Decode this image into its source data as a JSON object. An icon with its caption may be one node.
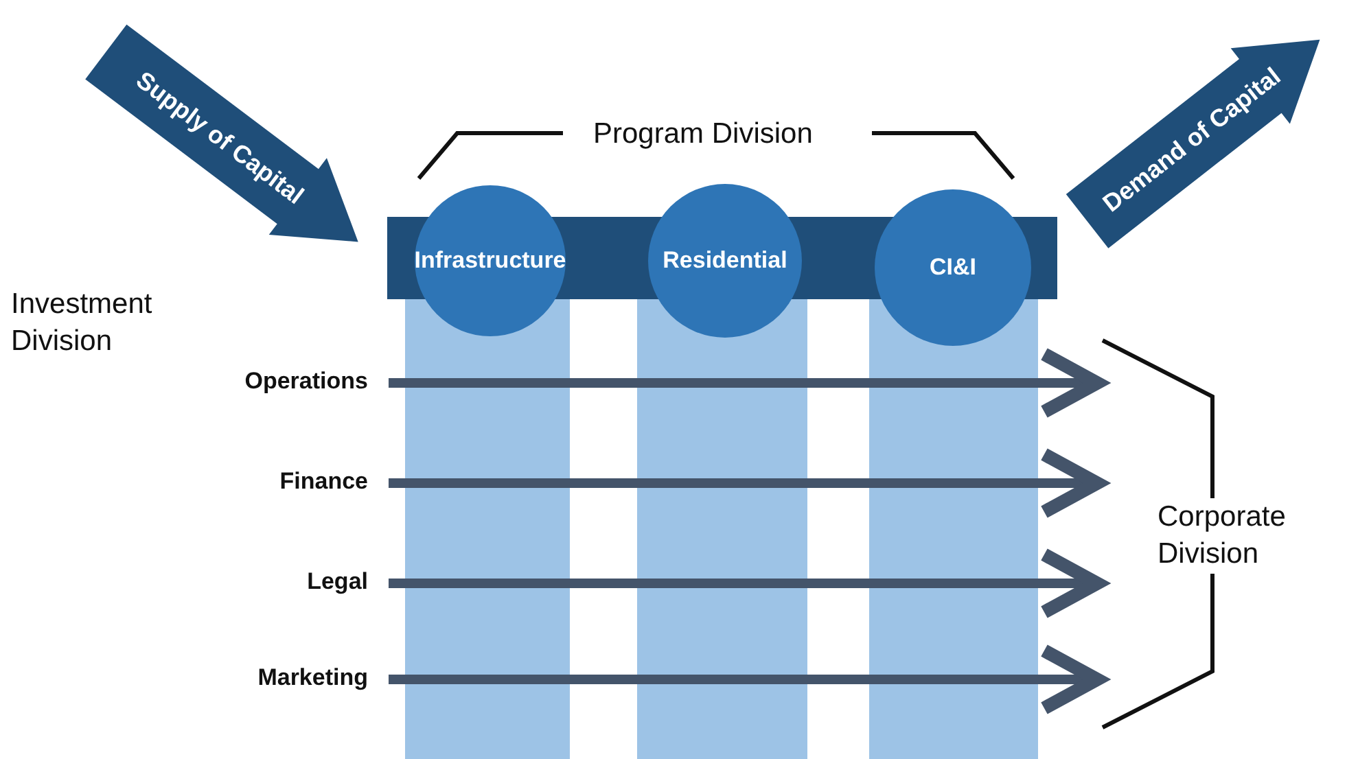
{
  "diagram": {
    "nodes": [
      {
        "text": [
          "Investment Division"
        ]
      },
      {
        "text": [
          "Supply of Capital"
        ]
      },
      {
        "text": [],
        "shape": "bar"
      },
      {
        "text": [
          "Infrastructure"
        ],
        "in": 2
      },
      {
        "text": [
          "Residential"
        ],
        "in": 2
      },
      {
        "text": [
          "CI&I"
        ],
        "in": 2
      },
      {
        "text": [
          "Demand of Capital"
        ]
      },
      {
        "text": [
          "Operations"
        ]
      },
      {
        "text": [
          "Finance"
        ]
      },
      {
        "text": [
          "Legal"
        ]
      },
      {
        "text": [
          "Marketing"
        ]
      },
      {
        "text": [],
        "shape": "bracket"
      }
    ],
    "edges": [
      {
        "from": 7,
        "to": 11,
        "arrow": "to"
      },
      {
        "from": 8,
        "to": 11,
        "arrow": "to"
      },
      {
        "from": 9,
        "to": 11,
        "arrow": "to"
      },
      {
        "from": 10,
        "to": 11,
        "arrow": "to"
      }
    ],
    "labels": [
      "Program Division",
      "Corporate Division"
    ]
  }
}
